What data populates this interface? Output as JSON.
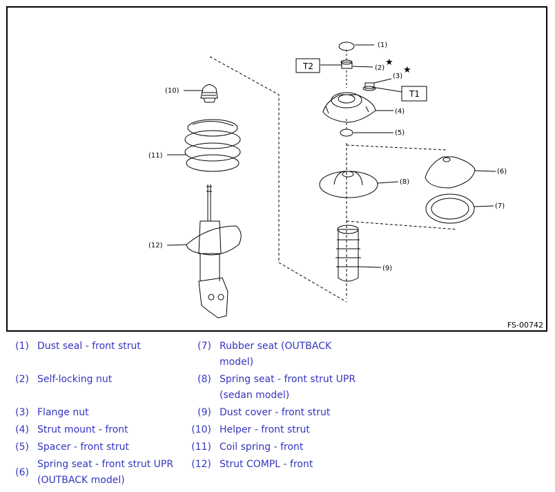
{
  "diagram": {
    "figure_code": "FS-00742",
    "torque_labels": [
      "T2",
      "T1"
    ],
    "callouts": [
      "(1)",
      "(2)",
      "(3)",
      "(4)",
      "(5)",
      "(6)",
      "(7)",
      "(8)",
      "(9)",
      "(10)",
      "(11)",
      "(12)"
    ],
    "star_symbol": "★"
  },
  "legend": [
    {
      "num": "(1)",
      "label": "Dust seal - front strut"
    },
    {
      "num": "(2)",
      "label": "Self-locking nut"
    },
    {
      "num": "(3)",
      "label": "Flange nut"
    },
    {
      "num": "(4)",
      "label": "Strut mount - front"
    },
    {
      "num": "(5)",
      "label": "Spacer - front strut"
    },
    {
      "num": "(6)",
      "label": "Spring seat - front strut UPR (OUTBACK model)"
    },
    {
      "num": "(7)",
      "label": "Rubber seat (OUTBACK model)"
    },
    {
      "num": "(8)",
      "label": "Spring seat - front strut UPR (sedan model)"
    },
    {
      "num": "(9)",
      "label": "Dust cover - front strut"
    },
    {
      "num": "(10)",
      "label": "Helper - front strut"
    },
    {
      "num": "(11)",
      "label": "Coil spring - front"
    },
    {
      "num": "(12)",
      "label": "Strut COMPL - front"
    }
  ],
  "colors": {
    "legend_text": "#3434c0",
    "line": "#000000"
  }
}
